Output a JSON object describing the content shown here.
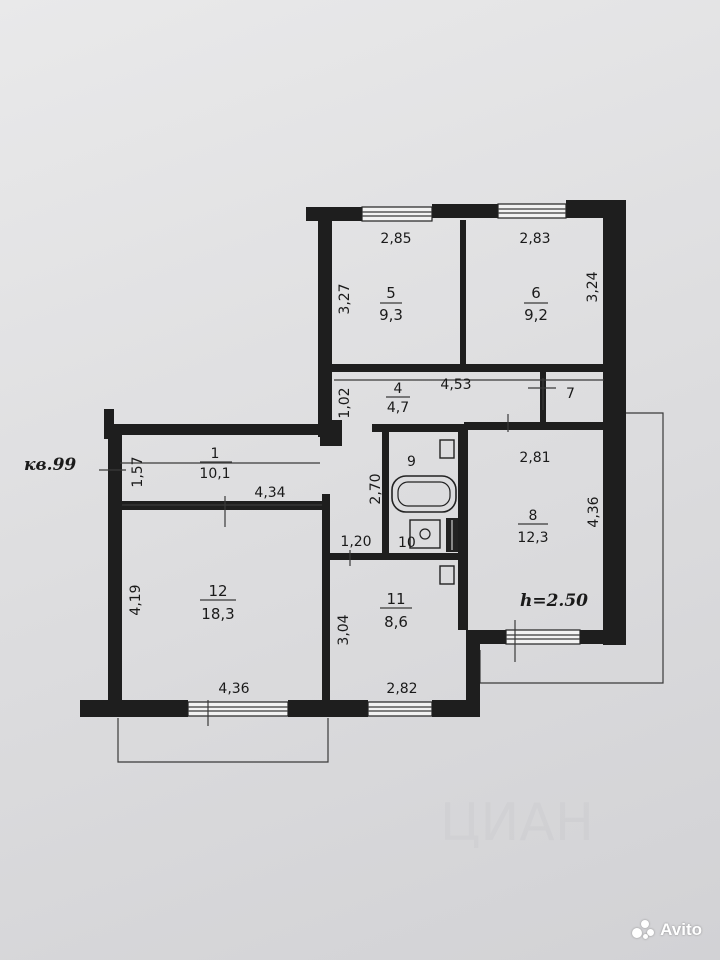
{
  "apartment_label": "кв.99",
  "ceiling_height": "h=2.50",
  "rooms": [
    {
      "id": "r5",
      "number": "5",
      "area": "9,3"
    },
    {
      "id": "r6",
      "number": "6",
      "area": "9,2"
    },
    {
      "id": "r4",
      "number": "4",
      "area": "4,7"
    },
    {
      "id": "r7",
      "number": "7",
      "area": ""
    },
    {
      "id": "r1",
      "number": "1",
      "area": "10,1"
    },
    {
      "id": "r9",
      "number": "9",
      "area": ""
    },
    {
      "id": "r10",
      "number": "10",
      "area": ""
    },
    {
      "id": "r8",
      "number": "8",
      "area": "12,3"
    },
    {
      "id": "r12",
      "number": "12",
      "area": "18,3"
    },
    {
      "id": "r11",
      "number": "11",
      "area": "8,6"
    }
  ],
  "dimensions": {
    "r5_width": "2,85",
    "r5_height": "3,27",
    "r6_width": "2,83",
    "r6_height": "3,24",
    "corridor_length": "4,53",
    "corridor_width": "1,02",
    "r1_length": "4,34",
    "r1_width": "1,57",
    "r9_length": "2,70",
    "r10_width": "1,20",
    "r8_width": "2,81",
    "r8_height": "4,36",
    "r12_height": "4,19",
    "r12_width": "4,36",
    "r11_height": "3,04",
    "r11_width": "2,82"
  },
  "watermark": {
    "brand": "Avito"
  }
}
